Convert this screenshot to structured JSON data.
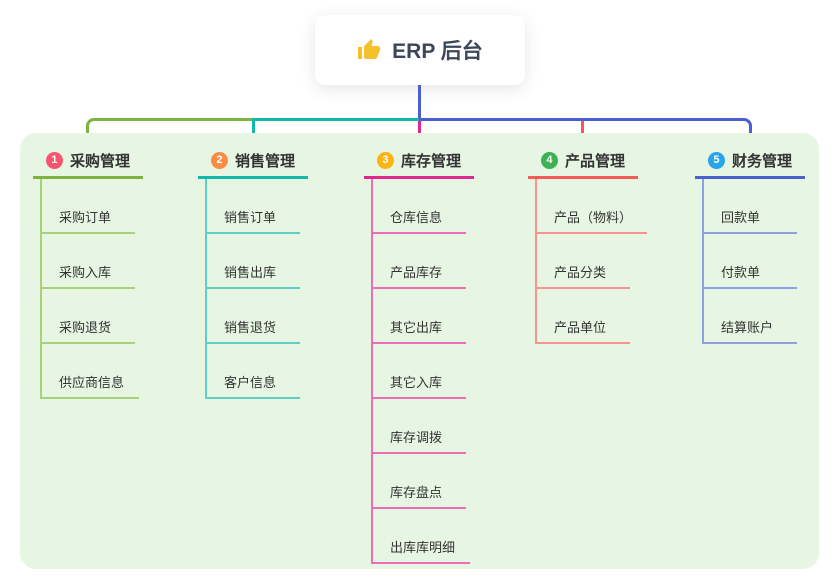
{
  "root": {
    "label": "ERP 后台",
    "icon": "thumbs-up-icon"
  },
  "branches": [
    {
      "index": "1",
      "label": "采购管理",
      "color": "#7cb342",
      "light_color": "#a9d07b",
      "badge_color": "#f4566e",
      "children": [
        "采购订单",
        "采购入库",
        "采购退货",
        "供应商信息"
      ]
    },
    {
      "index": "2",
      "label": "销售管理",
      "color": "#13b8ac",
      "light_color": "#5fcec4",
      "badge_color": "#fb8c44",
      "children": [
        "销售订单",
        "销售出库",
        "销售退货",
        "客户信息"
      ]
    },
    {
      "index": "3",
      "label": "库存管理",
      "color": "#e0268f",
      "light_color": "#ef6cb8",
      "badge_color": "#fcb414",
      "children": [
        "仓库信息",
        "产品库存",
        "其它出库",
        "其它入库",
        "库存调拨",
        "库存盘点",
        "出库库明细"
      ]
    },
    {
      "index": "4",
      "label": "产品管理",
      "color": "#f55a57",
      "light_color": "#f8938f",
      "badge_color": "#3cb252",
      "children": [
        "产品（物料）",
        "产品分类",
        "产品单位"
      ]
    },
    {
      "index": "5",
      "label": "财务管理",
      "color": "#4a5fd0",
      "light_color": "#8ba2e2",
      "badge_color": "#2aa4e9",
      "children": [
        "回款单",
        "付款单",
        "结算账户"
      ]
    }
  ],
  "colors": {
    "page_bg": "#ffffff",
    "panel_bg": "#e7f6e2",
    "root_card_bg": "#ffffff",
    "root_text": "#3b4659",
    "node_text": "#333333",
    "root_connector": "#4a5fd0",
    "thumb_icon": "#f6c02d"
  }
}
